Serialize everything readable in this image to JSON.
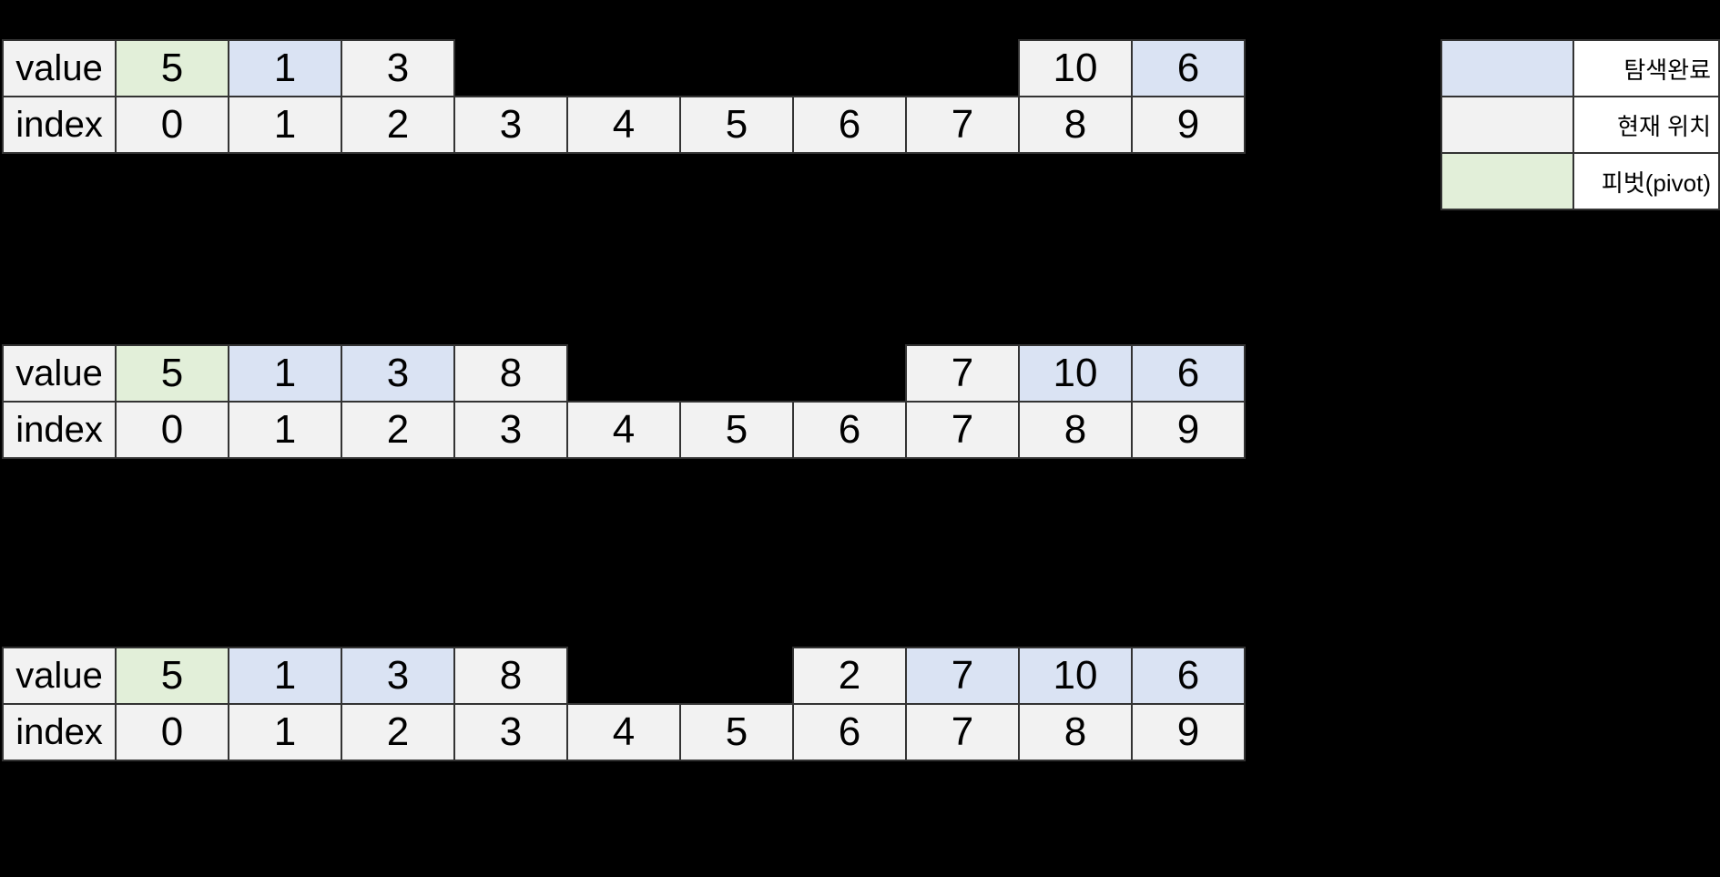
{
  "colors": {
    "background": "#000000",
    "border": "#333333",
    "text": "#000000",
    "searched": "#dae3f3",
    "current": "#f2f2f2",
    "pivot": "#e2efd9",
    "header": "#f2f2f2",
    "legend_label_bg": "#ffffff"
  },
  "legend": {
    "items": [
      {
        "state": "searched",
        "label": "탐색완료"
      },
      {
        "state": "current",
        "label": "현재 위치"
      },
      {
        "state": "pivot",
        "label": "피벗(pivot)"
      }
    ]
  },
  "steps": [
    {
      "row_labels": {
        "value": "value",
        "index": "index"
      },
      "cells": [
        {
          "index": "0",
          "value": "5",
          "state": "pivot"
        },
        {
          "index": "1",
          "value": "1",
          "state": "searched"
        },
        {
          "index": "2",
          "value": "3",
          "state": "current"
        },
        {
          "index": "3",
          "value": "",
          "state": "empty"
        },
        {
          "index": "4",
          "value": "",
          "state": "empty"
        },
        {
          "index": "5",
          "value": "",
          "state": "empty"
        },
        {
          "index": "6",
          "value": "",
          "state": "empty"
        },
        {
          "index": "7",
          "value": "",
          "state": "empty"
        },
        {
          "index": "8",
          "value": "10",
          "state": "current"
        },
        {
          "index": "9",
          "value": "6",
          "state": "searched"
        }
      ]
    },
    {
      "row_labels": {
        "value": "value",
        "index": "index"
      },
      "cells": [
        {
          "index": "0",
          "value": "5",
          "state": "pivot"
        },
        {
          "index": "1",
          "value": "1",
          "state": "searched"
        },
        {
          "index": "2",
          "value": "3",
          "state": "searched"
        },
        {
          "index": "3",
          "value": "8",
          "state": "current"
        },
        {
          "index": "4",
          "value": "",
          "state": "empty"
        },
        {
          "index": "5",
          "value": "",
          "state": "empty"
        },
        {
          "index": "6",
          "value": "",
          "state": "empty"
        },
        {
          "index": "7",
          "value": "7",
          "state": "current"
        },
        {
          "index": "8",
          "value": "10",
          "state": "searched"
        },
        {
          "index": "9",
          "value": "6",
          "state": "searched"
        }
      ]
    },
    {
      "row_labels": {
        "value": "value",
        "index": "index"
      },
      "cells": [
        {
          "index": "0",
          "value": "5",
          "state": "pivot"
        },
        {
          "index": "1",
          "value": "1",
          "state": "searched"
        },
        {
          "index": "2",
          "value": "3",
          "state": "searched"
        },
        {
          "index": "3",
          "value": "8",
          "state": "current"
        },
        {
          "index": "4",
          "value": "",
          "state": "empty"
        },
        {
          "index": "5",
          "value": "",
          "state": "empty"
        },
        {
          "index": "6",
          "value": "2",
          "state": "current"
        },
        {
          "index": "7",
          "value": "7",
          "state": "searched"
        },
        {
          "index": "8",
          "value": "10",
          "state": "searched"
        },
        {
          "index": "9",
          "value": "6",
          "state": "searched"
        }
      ]
    }
  ]
}
